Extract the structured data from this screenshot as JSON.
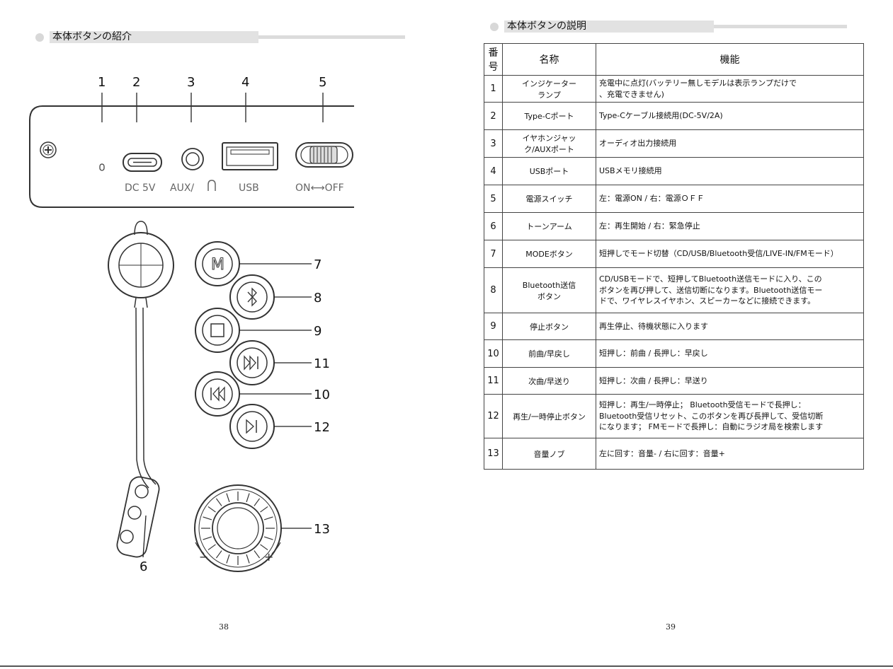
{
  "left_page": {
    "heading": "本体ボタンの紹介",
    "page_number": "38",
    "panel": {
      "numbers": [
        "1",
        "2",
        "3",
        "4",
        "5"
      ],
      "port_labels": [
        "DC 5V",
        "AUX/",
        "USB",
        "ON⟷OFF"
      ]
    },
    "callouts": [
      "7",
      "8",
      "9",
      "11",
      "10",
      "12",
      "6",
      "13"
    ],
    "knob_signs": [
      "−",
      "+"
    ]
  },
  "right_page": {
    "heading": "本体ボタンの説明",
    "page_number": "39",
    "table": {
      "headers": [
        "番号",
        "名称",
        "機能"
      ],
      "rows": [
        {
          "no": "1",
          "name": "インジケーター\nランプ",
          "func": "充電中に点灯(バッテリー無しモデルは表示ランプだけで\n、充電できません)"
        },
        {
          "no": "2",
          "name": "Type-Cポート",
          "func": "Type-Cケーブル接続用(DC-5V/2A)"
        },
        {
          "no": "3",
          "name": "イヤホンジャッ\nク/AUXポート",
          "func": "オーディオ出力接続用"
        },
        {
          "no": "4",
          "name": "USBポート",
          "func": "USBメモリ接続用"
        },
        {
          "no": "5",
          "name": "電源スイッチ",
          "func": "左：電源ON / 右：電源ＯＦＦ"
        },
        {
          "no": "6",
          "name": "トーンアーム",
          "func": "左：再生開始 / 右：緊急停止"
        },
        {
          "no": "7",
          "name": "MODEボタン",
          "func": "短押しでモード切替（CD/USB/Bluetooth受信/LIVE-IN/FMモード）"
        },
        {
          "no": "8",
          "name": "Bluetooth送信\nボタン",
          "func": "CD/USBモードで、短押してBluetooth送信モードに入り、この\nボタンを再び押して、送信切断になります。Bluetooth送信モー\nドで、ワイヤレスイヤホン、スピーカーなどに接続できます。"
        },
        {
          "no": "9",
          "name": "停止ボタン",
          "func": "再生停止、待機状態に入ります"
        },
        {
          "no": "10",
          "name": "前曲/早戻し",
          "func": "短押し：前曲 / 長押し：早戻し"
        },
        {
          "no": "11",
          "name": "次曲/早送り",
          "func": "短押し：次曲 / 長押し：早送り"
        },
        {
          "no": "12",
          "name": "再生/一時停止ボタン",
          "func": "短押し：再生/一時停止； Bluetooth受信モードで長押し：\nBluetooth受信リセット、このボタンを再び長押して、受信切断\nになります； FMモードで長押し：自動にラジオ局を検索します"
        },
        {
          "no": "13",
          "name": "音量ノブ",
          "func": "左に回す：音量- / 右に回す：音量+"
        }
      ]
    }
  }
}
